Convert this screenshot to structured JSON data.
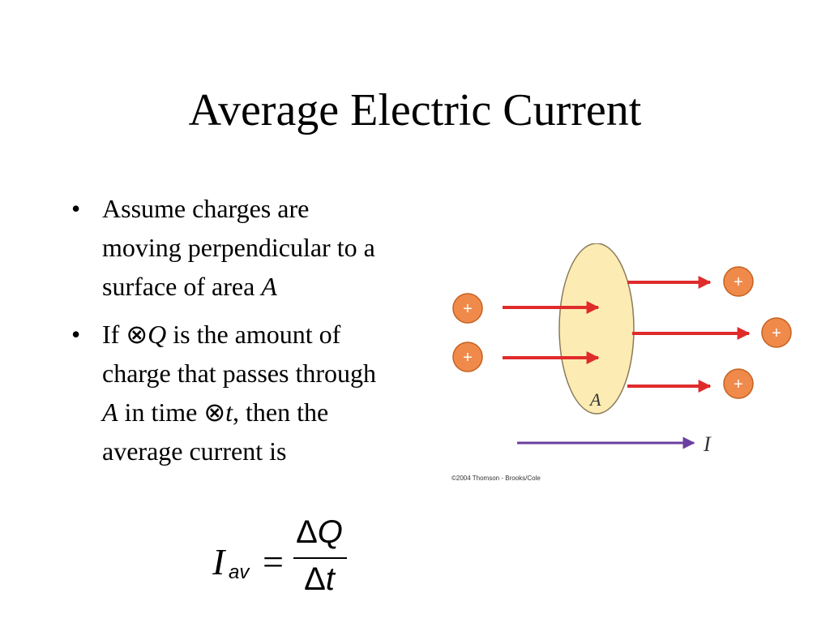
{
  "slide": {
    "title": "Average Electric Current",
    "bullet_marker": "•",
    "bullet1": {
      "line1": "Assume charges are",
      "line2": "moving perpendicular to a",
      "line3_text": "surface of area ",
      "line3_var": "A"
    },
    "bullet2": {
      "l1_a": "If ",
      "l1_sym": "⊗",
      "l1_var": "Q",
      "l1_b": " is the amount of",
      "l2": "charge that passes through",
      "l3_var": "A",
      "l3_a": " in time ",
      "l3_sym": "⊗",
      "l3_var2": "t",
      "l3_b": ", then the",
      "l4": "average current is"
    }
  },
  "figure": {
    "area_label": "A",
    "current_label": "I",
    "charge_symbol": "+",
    "copyright": "©2004 Thomson - Brooks/Cole",
    "colors": {
      "ellipse_fill": "#FCEBB2",
      "ellipse_stroke": "#8A7A5A",
      "arrow_red": "#E02B2B",
      "current_arrow": "#6B3FA0",
      "charge_fill": "#F08A4B",
      "charge_stroke": "#C4621F"
    }
  },
  "formula": {
    "lhs": "I",
    "subscript": "av",
    "equals": "=",
    "delta": "Δ",
    "num_var": "Q",
    "den_var": "t"
  }
}
